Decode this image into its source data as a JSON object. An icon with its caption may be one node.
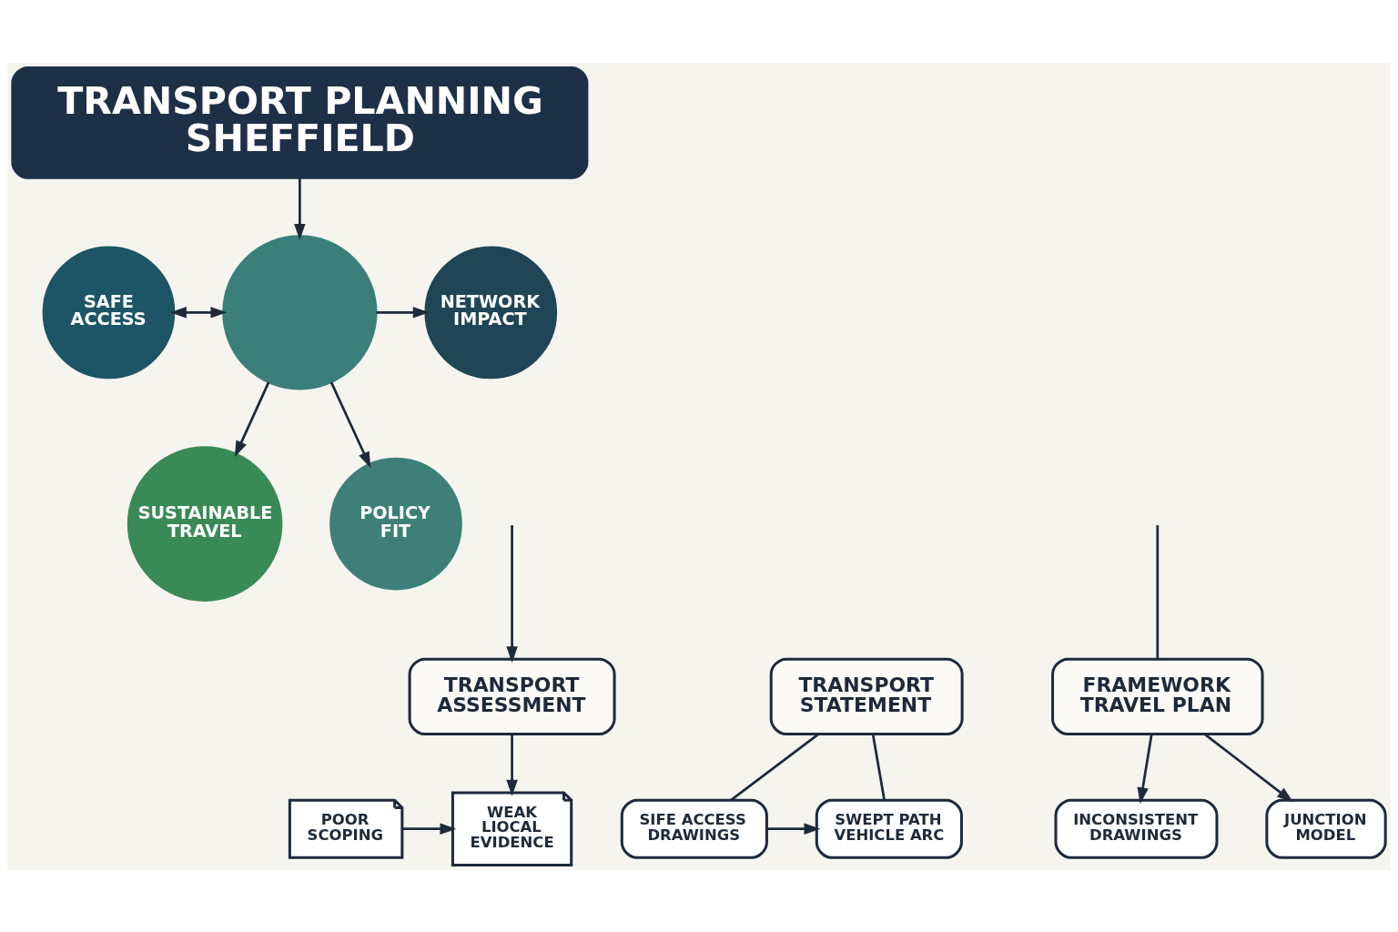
{
  "diagram": {
    "nodes": [
      {
        "text": [
          "TRANSPORT PLANNING SHEFFIELD"
        ]
      },
      {
        "text": [],
        "shape": "circle"
      },
      {
        "text": [
          "SAFE ACCESS"
        ]
      },
      {
        "text": [
          "NETWORK IMPACT"
        ]
      },
      {
        "text": [
          "SUSTAINABLE TRAVEL"
        ]
      },
      {
        "text": [
          "POLICY FIT"
        ]
      },
      {
        "text": [
          "TRANSPORT ASSESSMENT"
        ]
      },
      {
        "text": [
          "TRANSPORT STATEMENT"
        ]
      },
      {
        "text": [
          "FRAMEWORK TRAVEL PLAN"
        ]
      },
      {
        "text": [
          "POOR SCOPING"
        ]
      },
      {
        "text": [
          "WEAK LIOCAL EVIDENCE"
        ]
      },
      {
        "text": [
          "SIFE ACCESS DRAWINGS"
        ]
      },
      {
        "text": [
          "SWEPT PATH VEHICLE ARC"
        ]
      },
      {
        "text": [
          "INCONSISTENT DRAWINGS"
        ]
      },
      {
        "text": [
          "JUNCTION MODEL"
        ]
      }
    ],
    "edges": [
      {
        "from": 0,
        "to": 1,
        "arrow": "to"
      },
      {
        "from": 2,
        "to": 1,
        "arrow": "both"
      },
      {
        "from": 1,
        "to": 3,
        "arrow": "to"
      },
      {
        "from": 1,
        "to": 4,
        "arrow": "to"
      },
      {
        "from": 1,
        "to": 5,
        "arrow": "to"
      },
      {
        "from": null,
        "to": 6,
        "arrow": "to"
      },
      {
        "from": null,
        "to": 8,
        "arrow": "none"
      },
      {
        "from": 9,
        "to": 10,
        "arrow": "to"
      },
      {
        "from": 6,
        "to": 10,
        "arrow": "to"
      },
      {
        "from": 7,
        "to": 11,
        "arrow": "none"
      },
      {
        "from": 7,
        "to": 12,
        "arrow": "none"
      },
      {
        "from": 11,
        "to": 12,
        "arrow": "to"
      },
      {
        "from": 8,
        "to": 13,
        "arrow": "to"
      },
      {
        "from": 8,
        "to": 14,
        "arrow": "to"
      }
    ]
  }
}
